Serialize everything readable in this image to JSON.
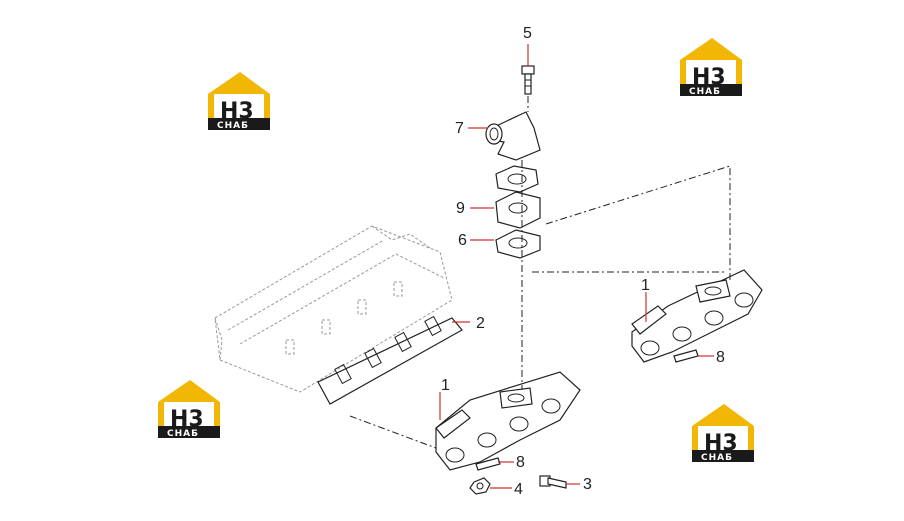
{
  "callouts": {
    "c1_left": "1",
    "c1_right": "1",
    "c2": "2",
    "c3": "3",
    "c4": "4",
    "c5": "5",
    "c6": "6",
    "c7": "7",
    "c8_left": "8",
    "c8_right": "8",
    "c9": "9"
  },
  "watermark": {
    "letters": "H3",
    "subtitle": "CHAБ"
  },
  "colors": {
    "leader": "#d03030",
    "logo_gold": "#f2b705",
    "logo_dark": "#1a1a1a"
  }
}
